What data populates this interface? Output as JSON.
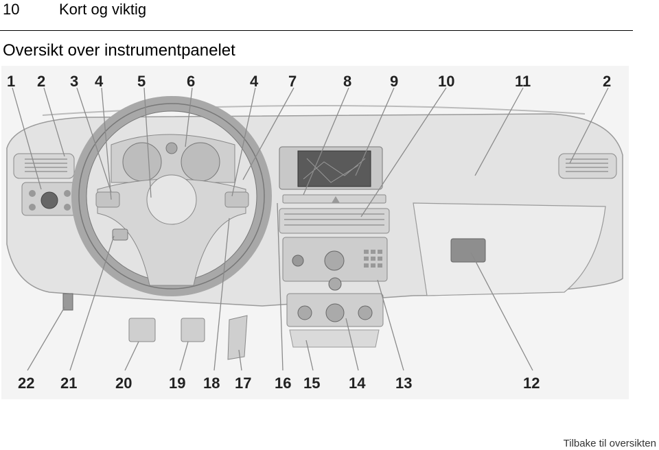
{
  "page": {
    "number": "10",
    "chapter": "Kort og viktig",
    "title": "Oversikt over instrumentpanelet",
    "back_link": "Tilbake til oversikten"
  },
  "figure": {
    "callouts_top": [
      "1",
      "2",
      "3",
      "4",
      "5",
      "6",
      "4",
      "7",
      "8",
      "9",
      "10",
      "11",
      "2"
    ],
    "callouts_bottom": [
      "22",
      "21",
      "20",
      "19",
      "18",
      "17",
      "16",
      "15",
      "14",
      "13",
      "12"
    ]
  },
  "colors": {
    "dash_fill": "#e6e6e6",
    "dash_shadow": "#cfcfcf",
    "line": "#8a8a8a",
    "screen": "#5a5a5a"
  }
}
